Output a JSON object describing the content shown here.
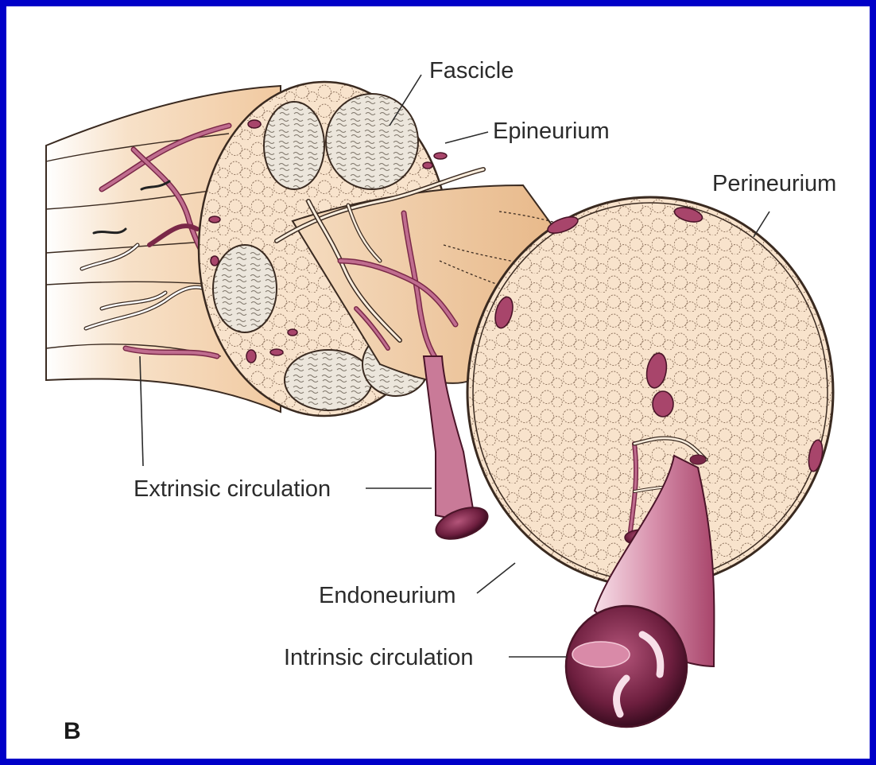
{
  "labels": {
    "fascicle": "Fascicle",
    "epineurium": "Epineurium",
    "perineurium": "Perineurium",
    "extrinsic": "Extrinsic circulation",
    "endoneurium": "Endoneurium",
    "intrinsic": "Intrinsic circulation",
    "panel": "B"
  },
  "colors": {
    "frame": "#0000c8",
    "background": "#ffffff",
    "nerve_tissue": "#f6d9bd",
    "fascicle_fill": "#ece6dc",
    "vessel": "#b4557a",
    "vessel_dark": "#7a2848",
    "vessel_light": "#e6b3c6",
    "outline": "#3a2a20"
  }
}
